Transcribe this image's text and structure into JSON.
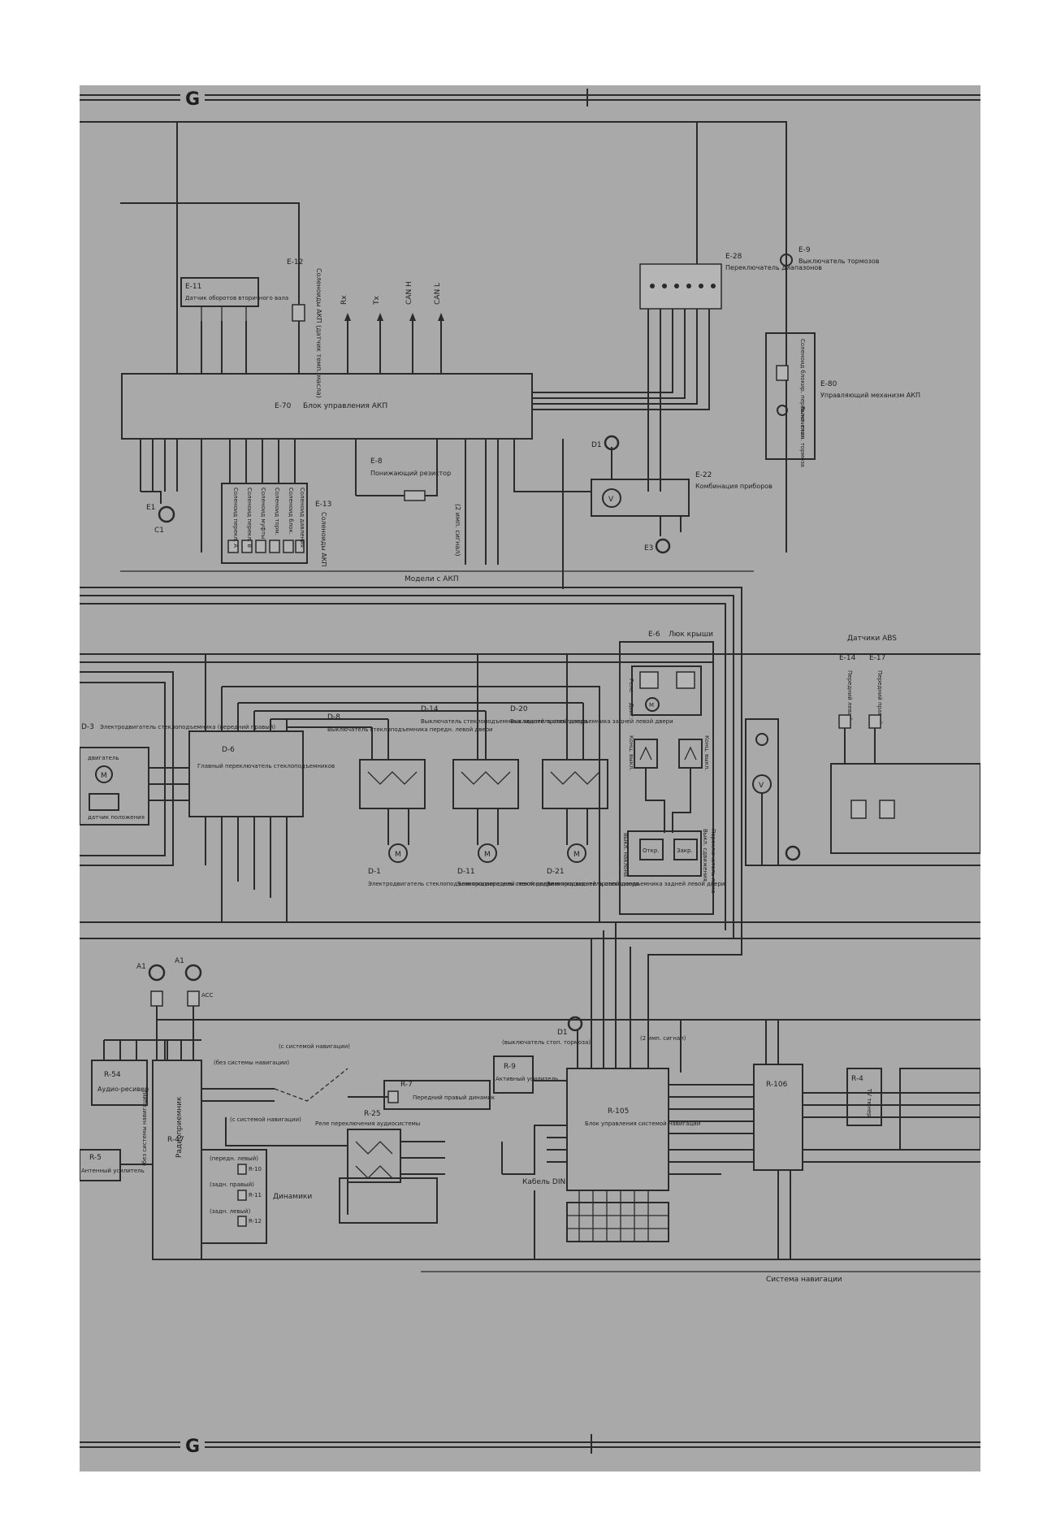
{
  "sheet": {
    "edge_label_top": "G",
    "edge_label_bottom": "G"
  },
  "tcm_section": {
    "tcm": {
      "code": "E-70",
      "label": "Блок управления АКП"
    },
    "turbine_sensor": {
      "code": "E-11",
      "label": "Датчик оборотов вторичного вала"
    },
    "solenoid_temp": {
      "code": "E-12",
      "label": "Соленоиды АКП (датчик темп. масла)"
    },
    "resistor": {
      "code": "E-8",
      "label": "Понижающий резистор"
    },
    "solenoids_block": {
      "code": "E-13",
      "label": "Соленоиды АКП"
    },
    "solenoid_rows": [
      "Соленоид перекл. А",
      "Соленоид перекл. В",
      "Соленоид муфты",
      "Соленоид торм.",
      "Соленоид блок.",
      "Соленоид давления"
    ],
    "can_signals": [
      "Rx",
      "Tx",
      "CAN H",
      "CAN L"
    ],
    "range_switch": {
      "code": "E-28",
      "label": "Переключатель диапазонов"
    },
    "brake_switch": {
      "code": "E-9",
      "label": "Выключатель тормозов"
    },
    "shift_lock": {
      "code": "E-80",
      "label": "Соленоид блокир. переключения"
    },
    "shift_mech": "Управляющий механизм АКП",
    "shift_lock_stop": "Выкл. стоп. тормоза",
    "instrument": {
      "code": "E-22",
      "label": "Комбинация приборов"
    },
    "ground_labels": [
      "E1",
      "C1",
      "E3",
      "D1"
    ],
    "note_vertical": "(2 имп. сигнал)",
    "models_label": "Модели с АКП"
  },
  "window_section": {
    "motor_front_right": {
      "code": "D-3",
      "label": "Электродвигатель стеклоподъемника (передний правый)"
    },
    "motor_label": "двигатель",
    "sensor_label": "датчик положения",
    "main_switch": {
      "code": "D-6",
      "label": "Главный переключатель стеклоподъемников"
    },
    "switch_front_left": {
      "code": "D-8",
      "label": "Выключатель стеклоподъемника передн. левой двери"
    },
    "switch_rear_right": {
      "code": "D-14",
      "label": "Выключатель стеклоподъемника задней правой двери"
    },
    "switch_rear_left": {
      "code": "D-20",
      "label": "Выключатель стеклоподъемника задней левой двери"
    },
    "motor_front_left": {
      "code": "D-1",
      "label": "Электродвигатель стеклоподъемника передней левой двери"
    },
    "motor_rear_right": {
      "code": "D-11",
      "label": "Электродвигатель стеклоподъемника задней правой двери"
    },
    "motor_rear_left": {
      "code": "D-21",
      "label": "Электродвигатель стеклоподъемника задней левой двери"
    },
    "sunroof": {
      "code": "E-6",
      "label": "Люк крыши"
    },
    "sunroof_relay": "Реле",
    "sunroof_motor": "Двиг.",
    "sunroof_limit1": "Конц. выкл.",
    "sunroof_limit2": "Конц. выкл.",
    "sunroof_switch": "Переключатель люка",
    "sunroof_open": "Откр.",
    "sunroof_close": "Закр.",
    "sunroof_tilt": "Выкл. наклона",
    "sunroof_slide": "Выкл. сдвижения",
    "abs_group": "Датчики ABS",
    "abs_front_left": {
      "code": "E-14",
      "label": "Передний левый"
    },
    "abs_front_right": {
      "code": "E-17",
      "label": "Передний правый"
    }
  },
  "audio_section": {
    "audio_ecu": {
      "code": "R-54",
      "label": "Аудио-ресивер"
    },
    "radio": {
      "code": "R-47",
      "label": "Радиоприемник"
    },
    "ant_amp": {
      "code": "R-5",
      "label": "Антенный усилитель"
    },
    "speaker_fr": {
      "code": "R-7",
      "label": "Передний правый динамик"
    },
    "nav_relay": {
      "code": "R-25",
      "label": "Реле переключения аудиосистемы"
    },
    "active_amp": {
      "code": "R-9",
      "label": "Активный усилитель"
    },
    "nav_ecu": {
      "code": "R-105",
      "label": "Блок управления системой навигации"
    },
    "din_cable": "Кабель DIN",
    "with_nav": "(с системой навигации)",
    "without_nav": "(без системы навигации)",
    "without_nav_vertical": "(без системы навигации)",
    "with_nav_2": "(с системой навигации)",
    "brake_note": "(выключатель стоп. тормоза)",
    "pulse_note": "(2 имп. сигнал)",
    "speakers_label": "Динамики",
    "spk_front_left": "(передн. левый)",
    "spk_rear_right": "(задн. правый)",
    "spk_rear_left": "(задн. левый)",
    "spk_codes": [
      "R-10",
      "R-11",
      "R-12"
    ],
    "nav_box": {
      "code": "R-106"
    },
    "tv_tuner": {
      "code": "R-4",
      "label": "TV тюнер"
    },
    "nav_system_label": "Система навигации",
    "acc_label": "ACC",
    "ground_labels": [
      "A1",
      "A1",
      "D1"
    ]
  }
}
